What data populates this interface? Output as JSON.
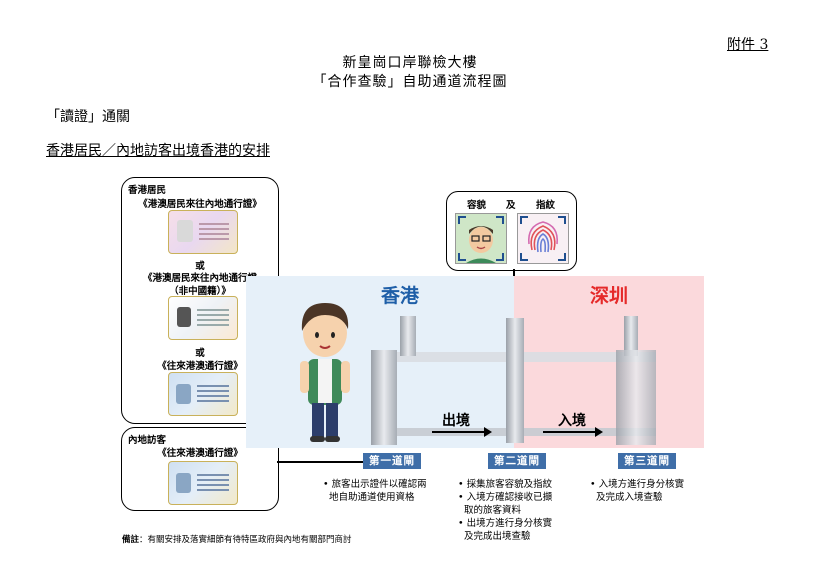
{
  "annex": "附件 3",
  "title": {
    "line1": "新皇崗口岸聯檢大樓",
    "line2": "「合作查驗」自助通道流程圖"
  },
  "section_heading": "「讀證」通關",
  "subheading": "香港居民／內地訪客出境香港的安排",
  "hk_residents": {
    "heading": "香港居民",
    "doc1": "《港澳居民來往內地通行證》",
    "or1": "或",
    "doc2_line1": "《港澳居民來往內地通行證",
    "doc2_line2": "（非中國籍）》",
    "or2": "或",
    "doc3": "《往來港澳通行證》"
  },
  "mainland_visitors": {
    "heading": "內地訪客",
    "doc": "《往來港澳通行證》"
  },
  "biometrics": {
    "face": "容貌",
    "and": "及",
    "fingerprint": "指紋"
  },
  "regions": {
    "hk": "香港",
    "sz": "深圳",
    "hk_color": "#1f5fa8",
    "sz_color": "#e52a2a"
  },
  "flow": {
    "departure": "出境",
    "arrival": "入境"
  },
  "gates": [
    {
      "label": "第一道閘",
      "desc": [
        "• 旅客出示證件以確認兩",
        "  地自助通道使用資格"
      ]
    },
    {
      "label": "第二道閘",
      "desc": [
        "• 採集旅客容貌及指紋",
        "• 入境方確認接收已擷",
        "  取的旅客資料",
        "• 出境方進行身分核實",
        "  及完成出境查驗"
      ]
    },
    {
      "label": "第三道閘",
      "desc": [
        "• 入境方進行身分核實",
        "  及完成入境查驗"
      ]
    }
  ],
  "note": {
    "prefix": "備註",
    "text": "：有關安排及落實細節有待特區政府與內地有關部門商討"
  }
}
